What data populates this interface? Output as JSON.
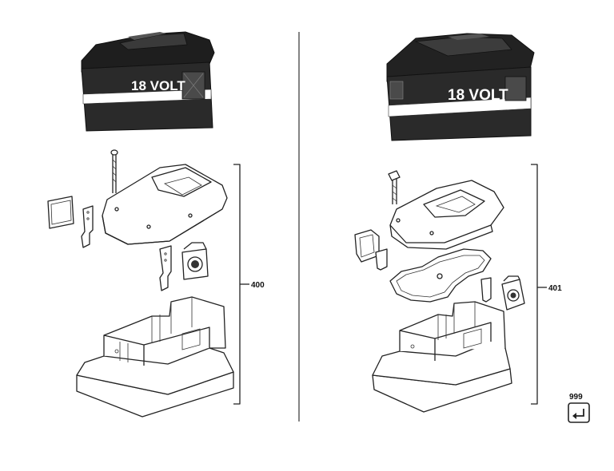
{
  "left_assembly": {
    "battery_label": "18 VOLT",
    "ref_number": "400"
  },
  "right_assembly": {
    "battery_label": "18 VOLT",
    "ref_number": "401"
  },
  "ref_box": {
    "number": "999",
    "icon": "return-arrow-icon"
  },
  "colors": {
    "battery_body": "#2a2a2a",
    "battery_band": "#ffffff",
    "line": "#222222"
  }
}
